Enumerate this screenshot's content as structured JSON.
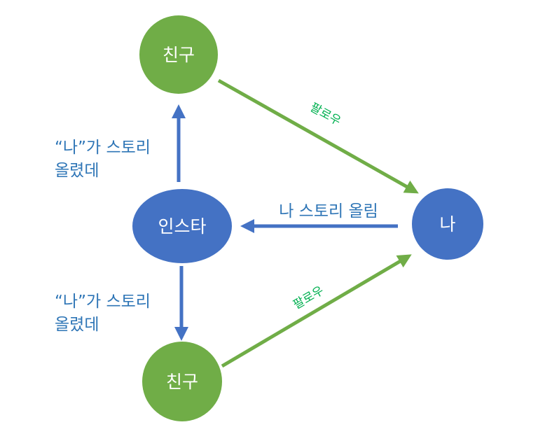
{
  "colors": {
    "green_node": "#70AD47",
    "blue_node": "#4472C4",
    "green_arrow": "#70AD47",
    "blue_arrow": "#4472C4",
    "blue_text": "#2E75B6",
    "green_text": "#00B050",
    "node_text": "#FFFFFF"
  },
  "nodes": {
    "friend_top": "친구",
    "friend_bottom": "친구",
    "instagram": "인스타",
    "me": "나"
  },
  "edges": {
    "friend_top_to_me": "팔로우",
    "friend_bottom_to_me": "팔로우",
    "me_to_instagram": "나 스토리 올림",
    "instagram_to_friend_top": [
      "“나”가 스토리",
      "올렸데"
    ],
    "instagram_to_friend_bottom": [
      "“나”가 스토리",
      "올렸데"
    ]
  }
}
